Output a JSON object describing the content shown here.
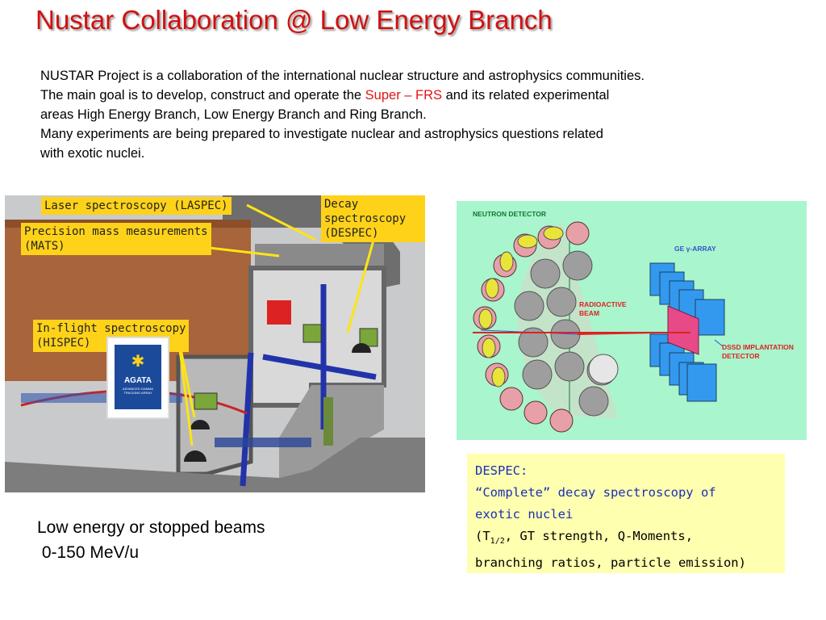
{
  "title": "Nustar Collaboration @ Low Energy Branch",
  "intro": {
    "line1": "NUSTAR Project is a collaboration of the international nuclear structure and astrophysics communities.",
    "line2_pre": "The main goal is to develop, construct and operate the ",
    "line2_highlight": "Super – FRS",
    "line2_post": " and its related experimental",
    "line3": "areas High Energy Branch, Low Energy Branch and Ring Branch.",
    "line4": "Many experiments are being prepared to investigate nuclear and astrophysics questions related",
    "line5": "with exotic nuclei."
  },
  "facility": {
    "callouts": {
      "laspec": "Laser spectroscopy  (LASPEC)",
      "despec_1": "Decay spectroscopy",
      "despec_2": "(DESPEC)",
      "mats_1": "Precision mass measurements",
      "mats_2": "(MATS)",
      "hispec_1": "In-flight spectroscopy",
      "hispec_2": "(HISPEC)"
    },
    "agata_logo": {
      "name": "AGATA",
      "subtitle": "ADVANCED GAMMA TRACKING ARRAY"
    }
  },
  "setup_diagram": {
    "neutron_detector": "NEUTRON DETECTOR",
    "ge_array_pre": "GE ",
    "ge_array_gamma": "γ",
    "ge_array_post": "-ARRAY",
    "beam_1": "RADIOACTIVE",
    "beam_2": "BEAM",
    "dssd_1": "DSSD IMPLANTATION",
    "dssd_2": "DETECTOR"
  },
  "beams": {
    "line1": "Low energy or stopped beams",
    "line2": " 0-150 MeV/u"
  },
  "despec_box": {
    "line1": "DESPEC:",
    "line2": "“Complete” decay spectroscopy of",
    "line3": "exotic nuclei",
    "line4_pre": "(T",
    "line4_sub": "1/2",
    "line4_post": ", GT strength, Q-Moments,",
    "line5": "branching ratios, particle emission)"
  },
  "colors": {
    "title": "#d11010",
    "highlight": "#e0151a",
    "callout_bg": "#ffd21a",
    "diagram_bg": "#a9f5cd",
    "despec_bg": "#ffffb0",
    "despec_text_blue": "#1a2fb5"
  }
}
